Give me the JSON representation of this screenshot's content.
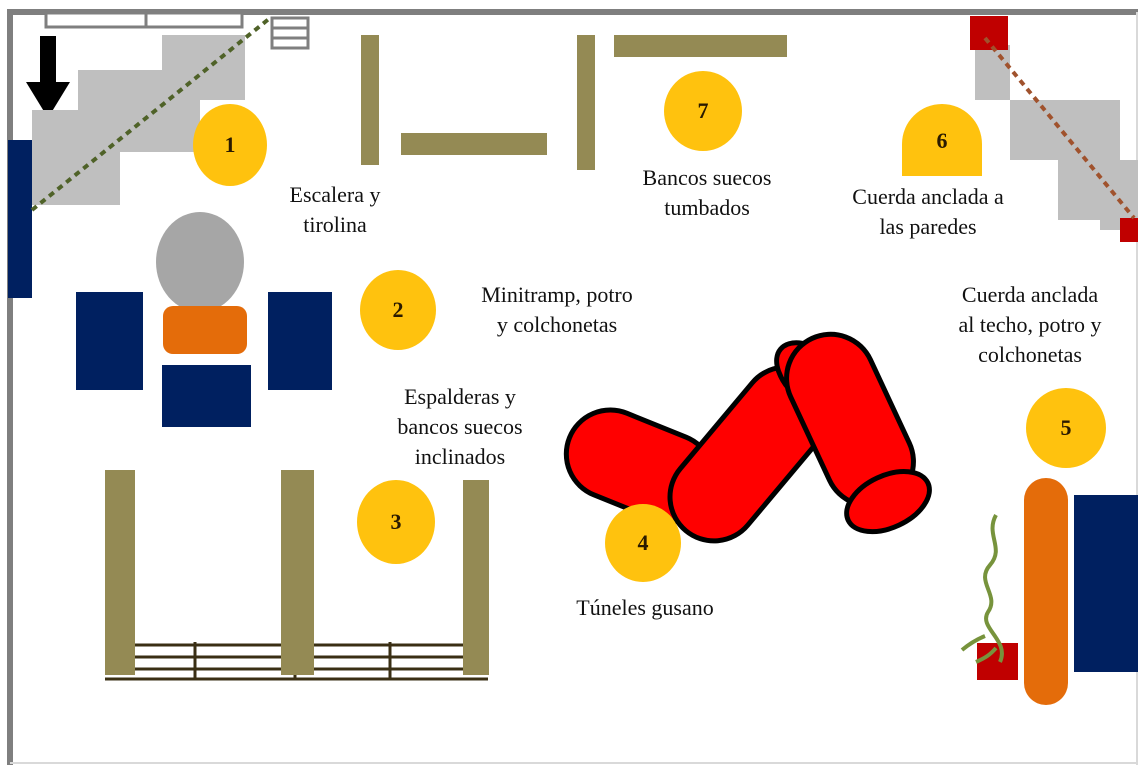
{
  "colors": {
    "wall": "#7f7f7f",
    "bench": "#948a54",
    "mat": "#002060",
    "orange": "#e46c0a",
    "tunnel": "#ff0000",
    "rope_red": "#c00000",
    "step": "#bfbfbf",
    "number": "#ffc20e",
    "zipline": "#4f6228",
    "rope_brown": "#a0522d"
  },
  "stations": [
    {
      "number": "1",
      "label_lines": [
        "Escalera y",
        "tirolina"
      ]
    },
    {
      "number": "2",
      "label_lines": [
        "Minitramp, potro",
        "y colchonetas"
      ]
    },
    {
      "number": "3",
      "label_lines": [
        "Espalderas y",
        "bancos suecos",
        "inclinados"
      ]
    },
    {
      "number": "4",
      "label_lines": [
        "Túneles gusano"
      ]
    },
    {
      "number": "5",
      "label_lines": [
        "Cuerda anclada",
        "al techo, potro y",
        "colchonetas"
      ]
    },
    {
      "number": "6",
      "label_lines": [
        "Cuerda anclada a",
        "las paredes"
      ]
    },
    {
      "number": "7",
      "label_lines": [
        "Bancos suecos",
        "tumbados"
      ]
    }
  ],
  "icons": [
    "entrance-arrow-icon",
    "stairs-icon",
    "rope-icon",
    "tunnel-icon"
  ]
}
